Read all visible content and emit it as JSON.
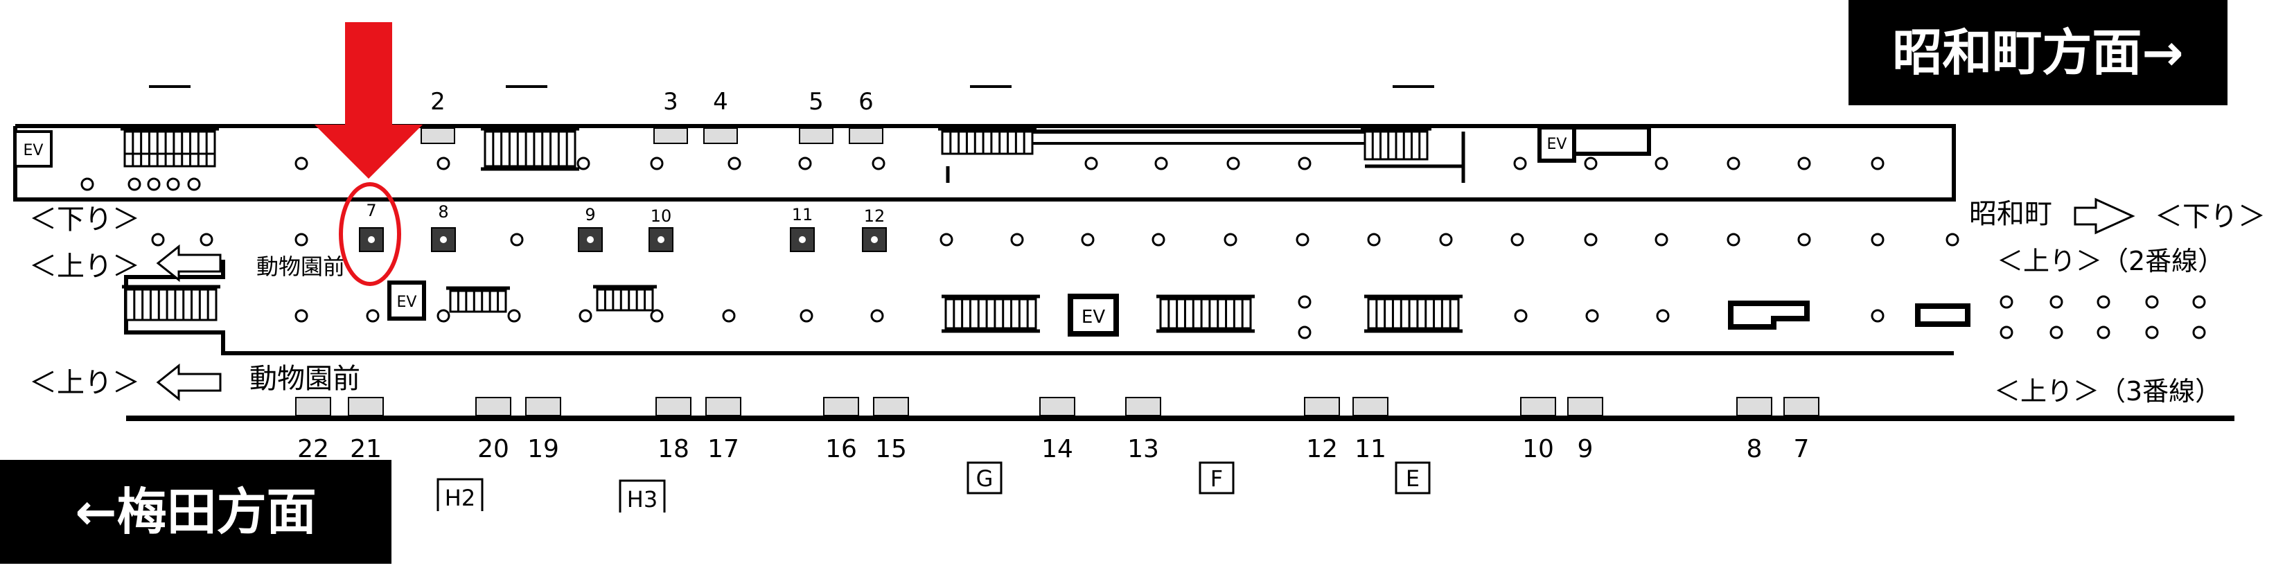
{
  "direction_labels": {
    "showacho": "昭和町方面→",
    "umeda": "←梅田方面"
  },
  "colors": {
    "highlight": "#e8141b",
    "line": "#000000",
    "badge_bg": "#000000",
    "badge_text": "#ffffff",
    "car_box_fill": "#dddddd"
  },
  "tracks": {
    "kudari_left": "＜下り＞",
    "nobori_left": "＜上り＞",
    "doubutsuenmae_upper": "動物園前",
    "nobori_left_lower": "＜上り＞",
    "doubutsuenmae_lower": "動物園前",
    "showacho": "昭和町",
    "kudari_right": "＜下り＞",
    "nobori_track2": "＜上り＞（2番線）",
    "nobori_track3": "＜上り＞（3番線）"
  },
  "elevator_label": "EV",
  "top_car_numbers": [
    "2",
    "3",
    "4",
    "5",
    "6"
  ],
  "track1_door_numbers": [
    "7",
    "8",
    "9",
    "10",
    "11",
    "12"
  ],
  "track3_car_numbers": [
    "22",
    "21",
    "20",
    "19",
    "18",
    "17",
    "16",
    "15",
    "14",
    "13",
    "12",
    "11",
    "10",
    "9",
    "8",
    "7"
  ],
  "exit_labels": [
    "H2",
    "H3",
    "G",
    "F",
    "E"
  ],
  "highlighted_position": "7"
}
